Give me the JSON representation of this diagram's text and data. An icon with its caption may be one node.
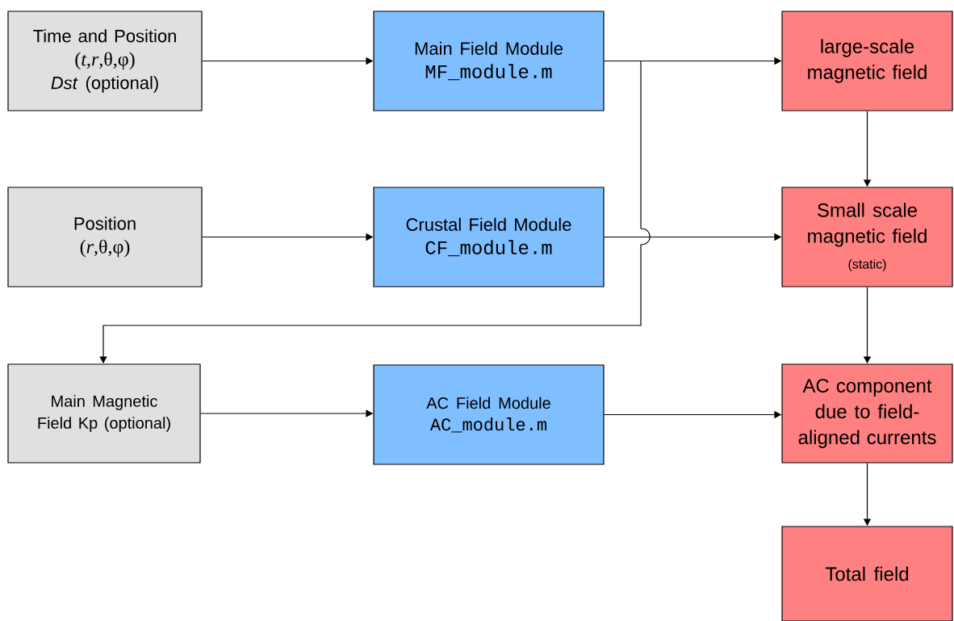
{
  "diagram": {
    "nodes": [
      {
        "text": [
          "Time and Position",
          "(*t*,*r*,θ,φ)",
          "*Dst* (optional)"
        ]
      },
      {
        "text": [
          "Main Field Module",
          "MF_module.m"
        ]
      },
      {
        "text": [
          "large-scale magnetic field"
        ]
      },
      {
        "text": [
          "Position",
          "(*r*,θ,φ)"
        ]
      },
      {
        "text": [
          "Crustal Field Module",
          "CF_module.m"
        ]
      },
      {
        "text": [
          "Small scale magnetic field",
          "(static)"
        ]
      },
      {
        "text": [
          "Main Magnetic Field Kp (optional)"
        ]
      },
      {
        "text": [
          "AC Field Module",
          "AC_module.m"
        ]
      },
      {
        "text": [
          "AC component due to field-aligned currents"
        ]
      },
      {
        "text": [
          "Total field"
        ]
      }
    ],
    "edges": [
      {
        "from": 0,
        "to": 1,
        "arrow": "to"
      },
      {
        "from": 1,
        "to": 2,
        "arrow": "to"
      },
      {
        "from": 1,
        "to": 6,
        "arrow": "to"
      },
      {
        "from": 3,
        "to": 4,
        "arrow": "to"
      },
      {
        "from": 4,
        "to": 5,
        "arrow": "to"
      },
      {
        "from": 2,
        "to": 5,
        "arrow": "to"
      },
      {
        "from": 6,
        "to": 7,
        "arrow": "to"
      },
      {
        "from": 7,
        "to": 8,
        "arrow": "to"
      },
      {
        "from": 5,
        "to": 8,
        "arrow": "to"
      },
      {
        "from": 8,
        "to": 9,
        "arrow": "to"
      }
    ]
  }
}
